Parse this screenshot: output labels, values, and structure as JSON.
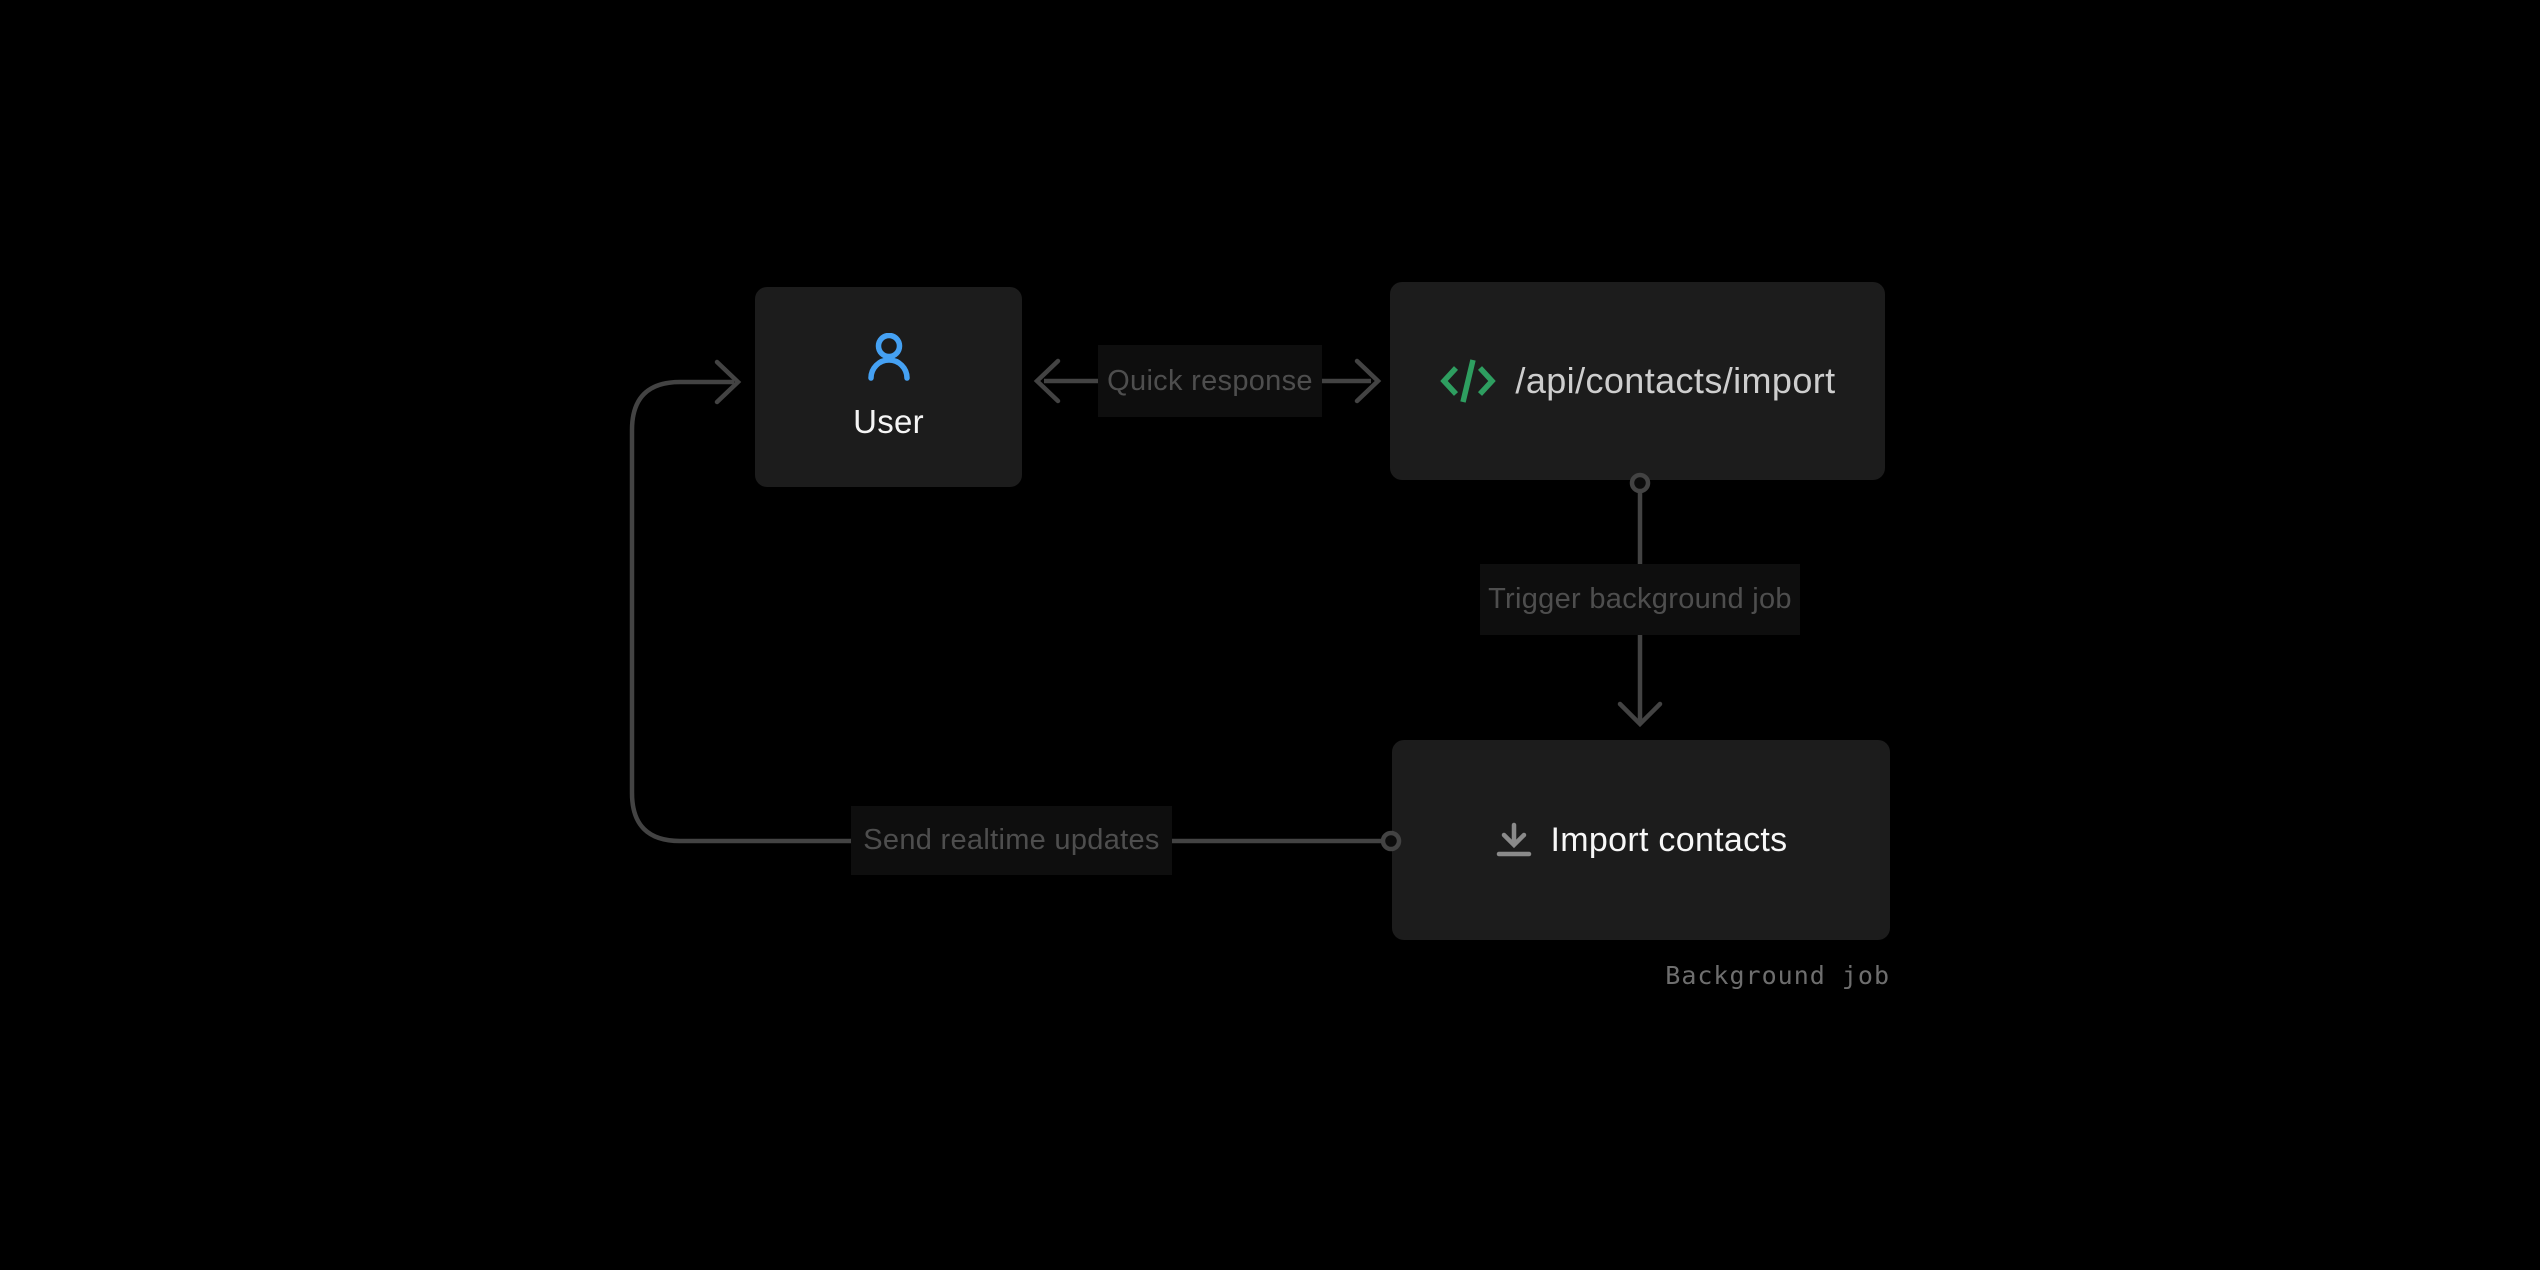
{
  "diagram": {
    "colors": {
      "background": "#000000",
      "node_fill": "#1c1c1c",
      "connector": "#434343",
      "edge_label_bg": "#0e0e0e",
      "edge_label_text": "#4e4e4e",
      "caption_text": "#6e6e6e",
      "user_icon": "#45a1f3",
      "code_icon": "#2e9e60",
      "download_icon": "#8a8a8a",
      "node_text": "#f5f5f5",
      "api_text": "#cecece"
    },
    "nodes": {
      "user": {
        "label": "User",
        "icon": "user-icon"
      },
      "api": {
        "label": "/api/contacts/import",
        "icon": "code-icon"
      },
      "import": {
        "label": "Import contacts",
        "icon": "download-icon"
      }
    },
    "edges": {
      "quick_response": {
        "label": "Quick response"
      },
      "trigger": {
        "label": "Trigger background job"
      },
      "realtime": {
        "label": "Send realtime updates"
      }
    },
    "caption": "Background job"
  }
}
